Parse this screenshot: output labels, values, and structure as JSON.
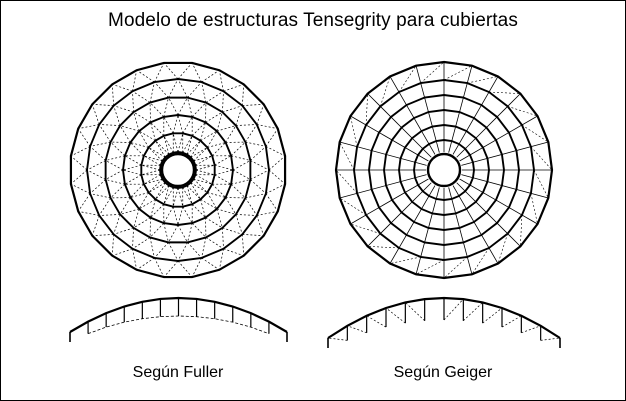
{
  "title": "Modelo de estructuras Tensegrity para cubiertas",
  "models": [
    {
      "caption": "Según Fuller"
    },
    {
      "caption": "Según Geiger"
    }
  ],
  "colors": {
    "line": "#000000",
    "background": "#ffffff"
  }
}
